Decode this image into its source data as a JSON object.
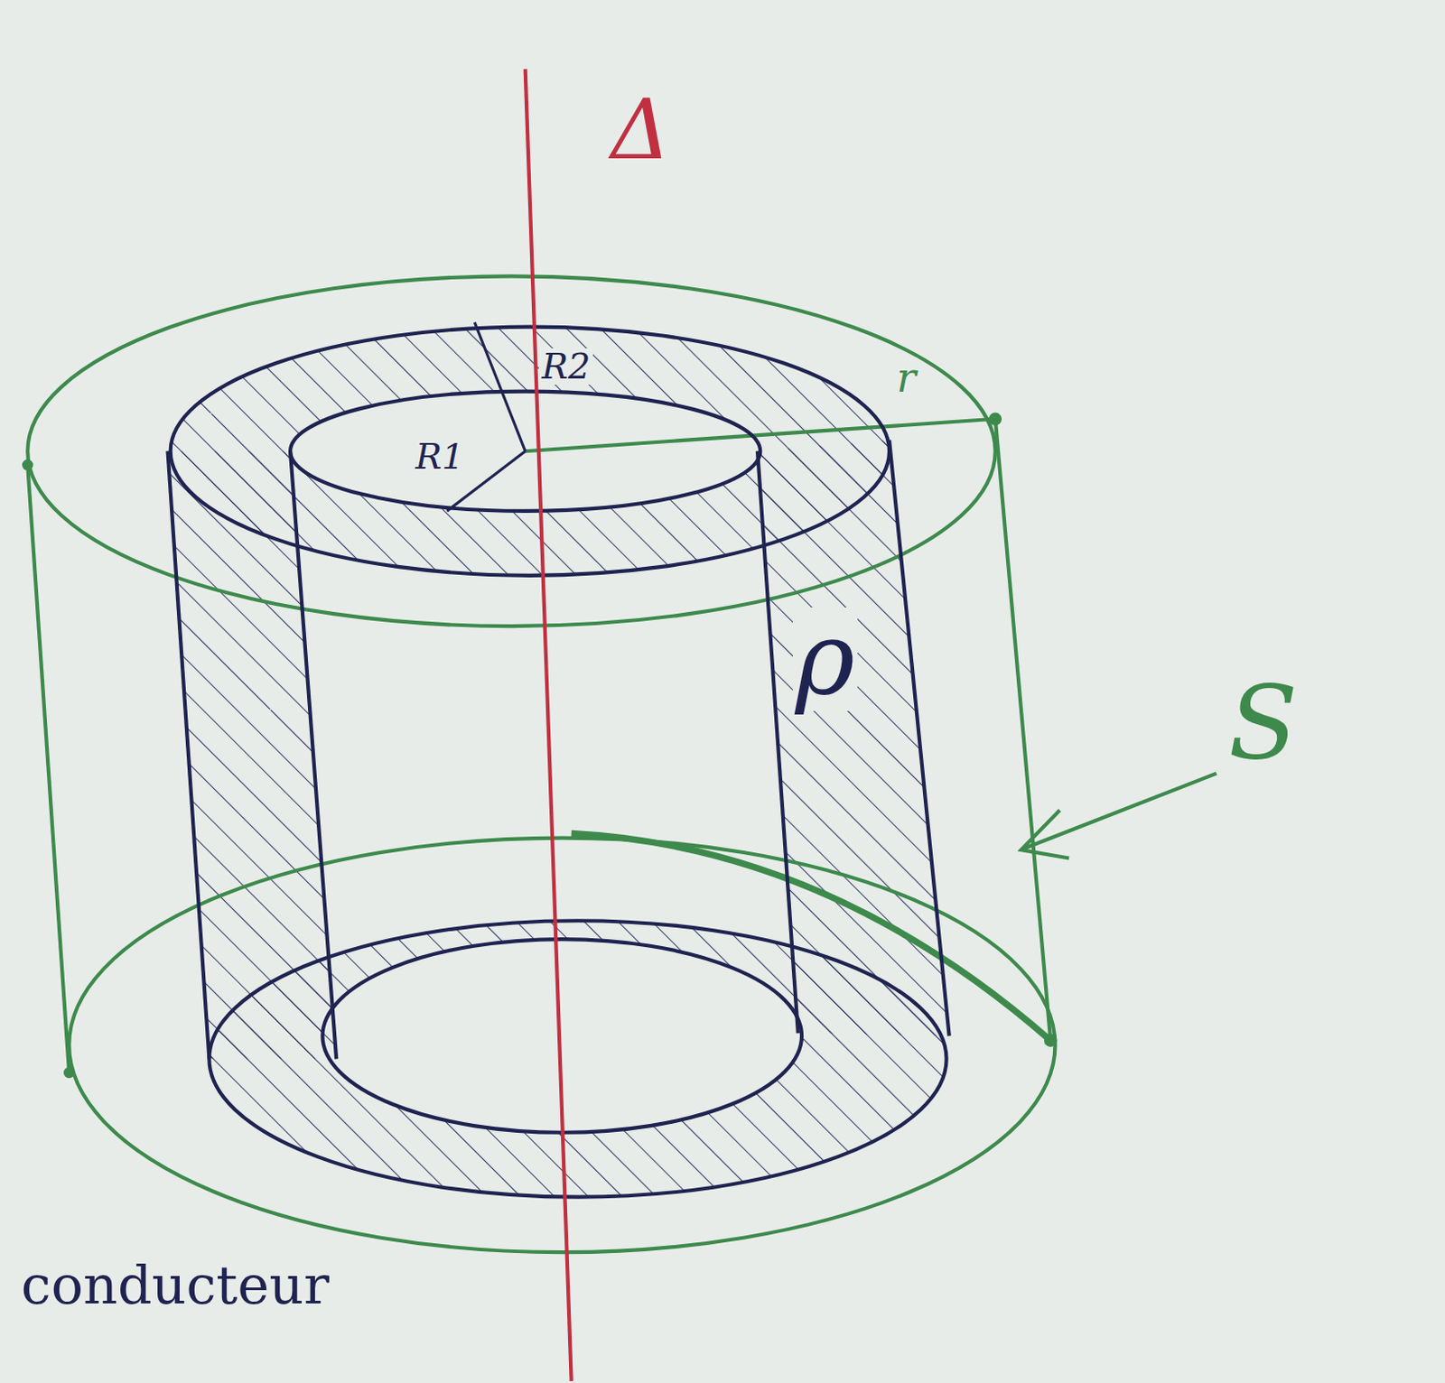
{
  "diagram": {
    "labels": [
      "Δ",
      "R2",
      "R1",
      "r",
      "ρ",
      "S",
      "conducteur"
    ]
  }
}
